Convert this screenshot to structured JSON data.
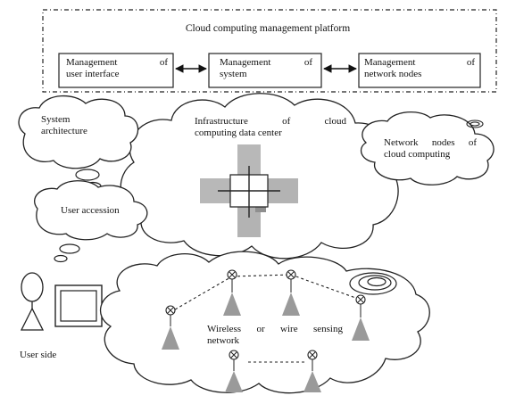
{
  "platform": {
    "title": "Cloud computing management platform",
    "modules": [
      {
        "line1": "Management of",
        "line2": "user interface"
      },
      {
        "line1": "Management of",
        "line2": "system"
      },
      {
        "line1": "Management of",
        "line2": "network nodes"
      }
    ]
  },
  "clouds": {
    "system_architecture": {
      "line1": "System",
      "line2": "architecture"
    },
    "data_center": {
      "line1": "Infrastructure of cloud",
      "line2": "computing data center"
    },
    "network_nodes": {
      "line1": "Network nodes of",
      "line2": "cloud computing"
    },
    "user_accession": {
      "label": "User accession"
    },
    "sensing_network": {
      "line1": "Wireless or wire sensing",
      "line2": "network"
    }
  },
  "user_side": {
    "label": "User side"
  },
  "colors": {
    "line": "#222222",
    "gray_block": "#b3b3b3",
    "gray_dark": "#8f8f8f",
    "node_fill": "#9a9a9a"
  }
}
